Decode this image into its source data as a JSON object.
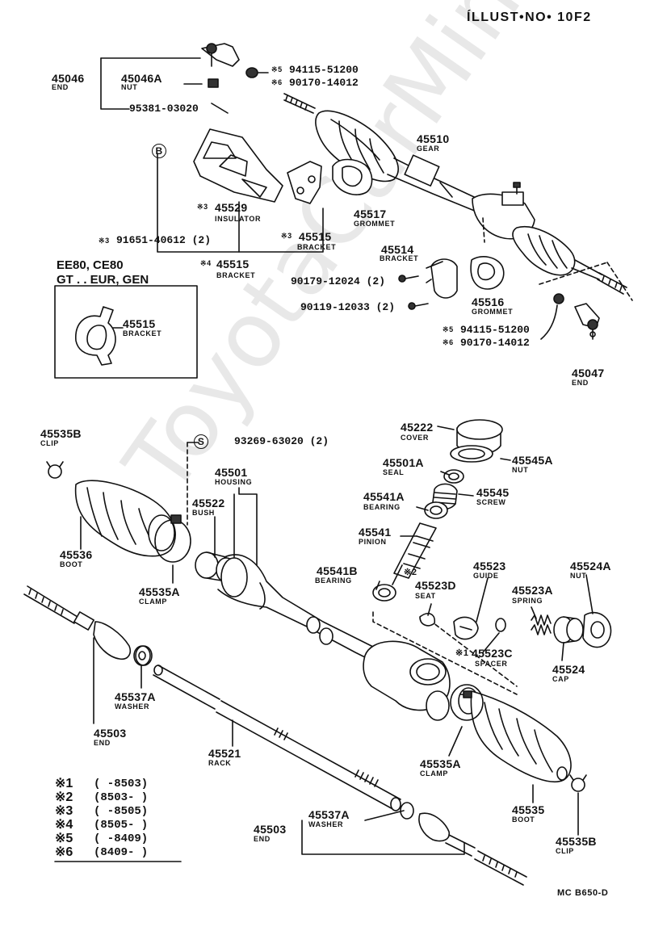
{
  "header": {
    "illust_no": "ÍLLUST•NO• 10F2"
  },
  "watermark": "ToyotaCarMine.ru",
  "drawing_code": "MC B650-D",
  "applicability": {
    "line1": "EE80, CE80",
    "line2": "GT . . EUR, GEN"
  },
  "parts": {
    "p45046": {
      "num": "45046",
      "name": "END"
    },
    "p45046a": {
      "num": "45046A",
      "name": "NUT"
    },
    "p95381": {
      "num": "95381-03020"
    },
    "p94115a": {
      "num": "94115-51200",
      "mark": "※5"
    },
    "p90170a": {
      "num": "90170-14012",
      "mark": "※6"
    },
    "p45510": {
      "num": "45510",
      "name": "GEAR"
    },
    "pB": {
      "num": "B"
    },
    "p45529": {
      "num": "45529",
      "name": "INSULATOR",
      "mark": "※3"
    },
    "p45517": {
      "num": "45517",
      "name": "GROMMET"
    },
    "p45515a": {
      "num": "45515",
      "name": "BRACKET",
      "mark": "※3"
    },
    "p91651": {
      "num": "91651-40612 (2)",
      "mark": "※3"
    },
    "p45515b": {
      "num": "45515",
      "name": "BRACKET",
      "mark": "※4"
    },
    "p45514": {
      "num": "45514",
      "name": "BRACKET"
    },
    "p90179": {
      "num": "90179-12024 (2)"
    },
    "p90119": {
      "num": "90119-12033 (2)"
    },
    "p45516": {
      "num": "45516",
      "name": "GROMMET"
    },
    "p94115b": {
      "num": "94115-51200",
      "mark": "※5"
    },
    "p90170b": {
      "num": "90170-14012",
      "mark": "※6"
    },
    "p45047": {
      "num": "45047",
      "name": "END"
    },
    "p45515c": {
      "num": "45515",
      "name": "BRACKET"
    },
    "p45535b1": {
      "num": "45535B",
      "name": "CLIP"
    },
    "pS": {
      "num": "S"
    },
    "p93269": {
      "num": "93269-63020 (2)"
    },
    "p45501": {
      "num": "45501",
      "name": "HOUSING"
    },
    "p45522": {
      "num": "45522",
      "name": "BUSH"
    },
    "p45536": {
      "num": "45536",
      "name": "BOOT"
    },
    "p45535a1": {
      "num": "45535A",
      "name": "CLAMP"
    },
    "p45222": {
      "num": "45222",
      "name": "COVER"
    },
    "p45501a": {
      "num": "45501A",
      "name": "SEAL"
    },
    "p45545a": {
      "num": "45545A",
      "name": "NUT"
    },
    "p45541a": {
      "num": "45541A",
      "name": "BEARING"
    },
    "p45545": {
      "num": "45545",
      "name": "SCREW"
    },
    "p45541": {
      "num": "45541",
      "name": "PINION"
    },
    "p45541b": {
      "num": "45541B",
      "name": "BEARING",
      "mark": "※2"
    },
    "p45523": {
      "num": "45523",
      "name": "GUIDE"
    },
    "p45523d": {
      "num": "45523D",
      "name": "SEAT"
    },
    "p45524a": {
      "num": "45524A",
      "name": "NUT"
    },
    "p45523a": {
      "num": "45523A",
      "name": "SPRING"
    },
    "p45523c": {
      "num": "45523C",
      "name": "SPACER",
      "mark": "※1"
    },
    "p45524": {
      "num": "45524",
      "name": "CAP"
    },
    "p45537a1": {
      "num": "45537A",
      "name": "WASHER"
    },
    "p45503a": {
      "num": "45503",
      "name": "END"
    },
    "p45521": {
      "num": "45521",
      "name": "RACK"
    },
    "p45535a2": {
      "num": "45535A",
      "name": "CLAMP"
    },
    "p45535": {
      "num": "45535",
      "name": "BOOT"
    },
    "p45535b2": {
      "num": "45535B",
      "name": "CLIP"
    },
    "p45537a2": {
      "num": "45537A",
      "name": "WASHER"
    },
    "p45503b": {
      "num": "45503",
      "name": "END"
    }
  },
  "legend": [
    {
      "key": "※1",
      "range": "(      -8503)"
    },
    {
      "key": "※2",
      "range": "(8503-      )"
    },
    {
      "key": "※3",
      "range": "(      -8505)"
    },
    {
      "key": "※4",
      "range": "(8505-      )"
    },
    {
      "key": "※5",
      "range": "(      -8409)"
    },
    {
      "key": "※6",
      "range": "(8409-      )"
    }
  ]
}
